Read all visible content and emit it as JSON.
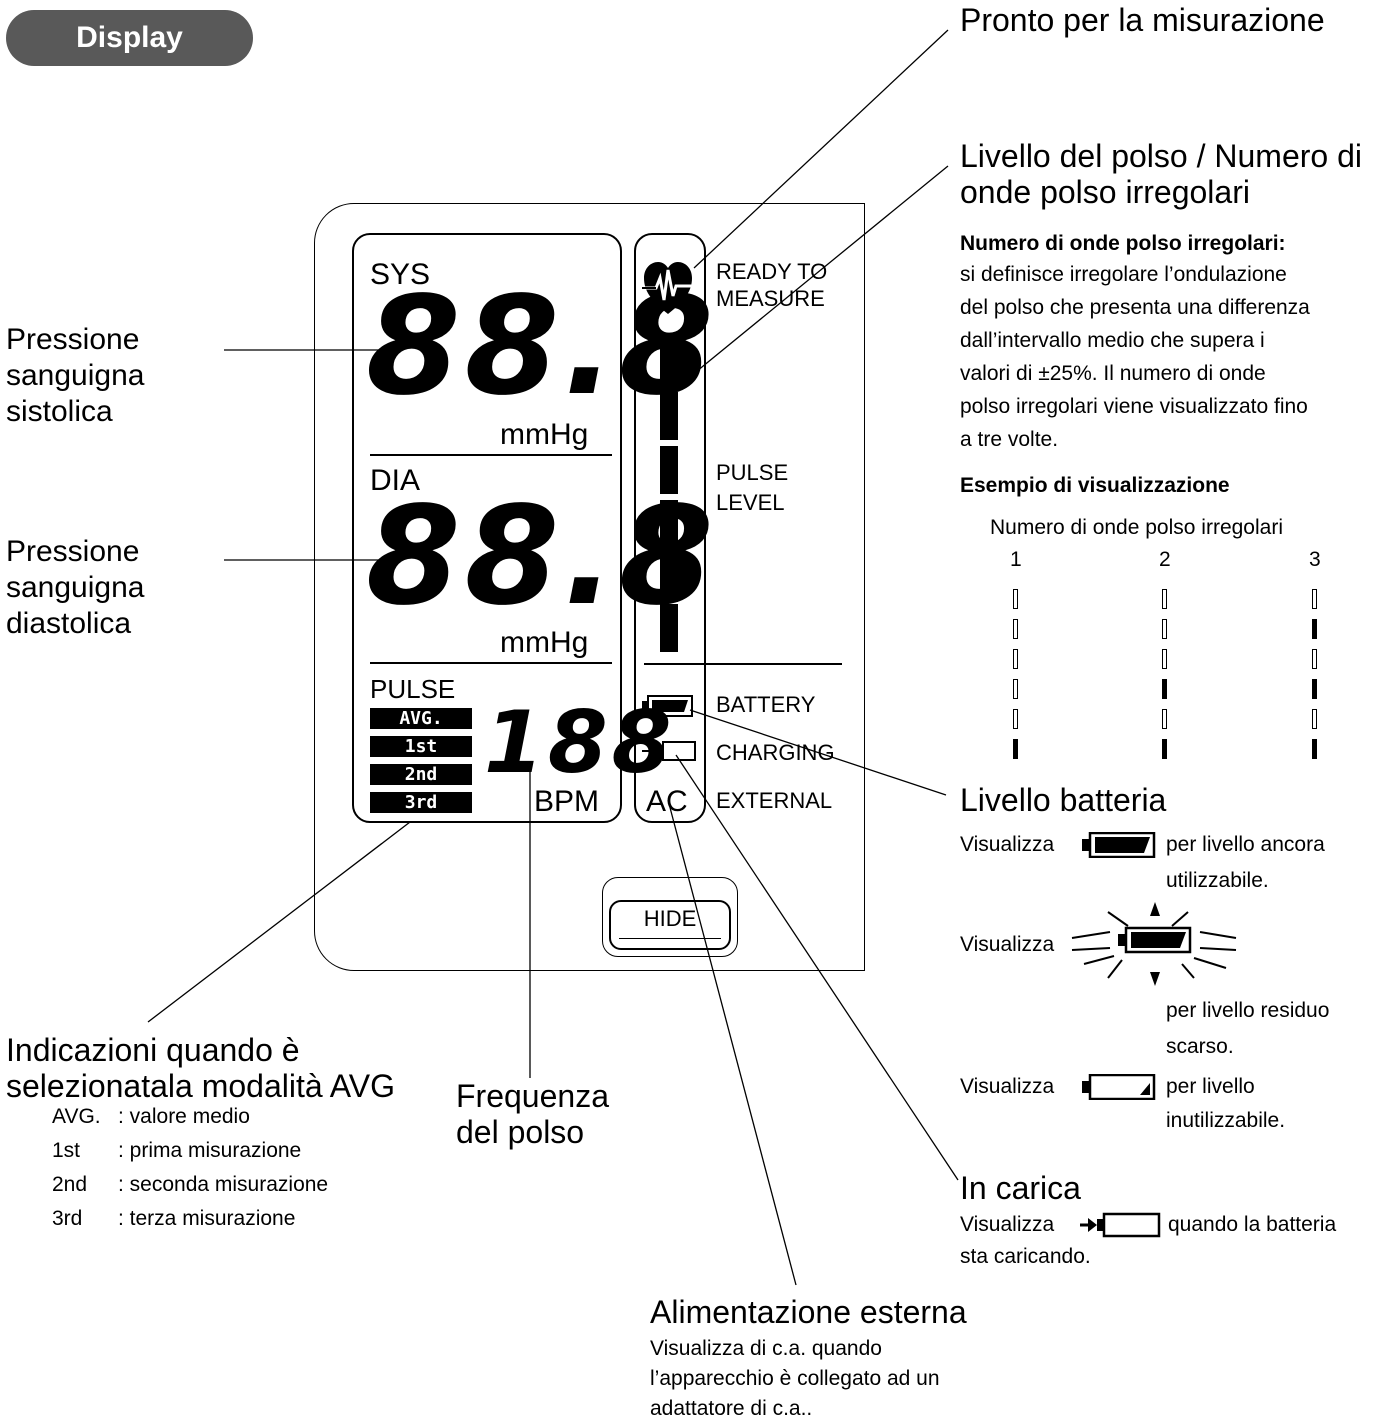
{
  "header": {
    "badge": "Display"
  },
  "callouts": {
    "ready": "Pronto per la misurazione",
    "pulse_level_l1": "Livello del polso / Numero di",
    "pulse_level_l2": "onde polso irregolari",
    "irregular_head": "Numero di onde polso irregolari:",
    "irregular_body": [
      "si definisce irregolare l’ondulazione",
      "del polso che presenta una differenza",
      "dall’intervallo medio che supera i",
      "valori di ±25%. Il numero di onde",
      "polso irregolari viene visualizzato fino",
      "a tre volte."
    ],
    "example_head": "Esempio di visualizzazione",
    "example_caption": "Numero di onde polso irregolari",
    "example_cols": [
      "1",
      "2",
      "3"
    ],
    "systolic": [
      "Pressione",
      "sanguigna",
      "sistolica"
    ],
    "diastolic": [
      "Pressione",
      "sanguigna",
      "diastolica"
    ],
    "battery_title": "Livello batteria",
    "battery_full_pre": "Visualizza",
    "battery_full_post_1": "per livello ancora",
    "battery_full_post_2": "utilizzabile.",
    "battery_low_pre": "Visualizza",
    "battery_low_post_1": "per livello residuo",
    "battery_low_post_2": "scarso.",
    "battery_empty_pre": "Visualizza",
    "battery_empty_post_1": "per livello",
    "battery_empty_post_2": "inutilizzabile.",
    "charging_title": "In carica",
    "charging_pre": "Visualizza",
    "charging_post": "quando la batteria",
    "charging_post_2": "sta caricando.",
    "avg_title_1": "Indicazioni quando è",
    "avg_title_2": "selezionatala modalità AVG",
    "avg_items": [
      {
        "key": "AVG.",
        "desc": ": valore medio"
      },
      {
        "key": "1st",
        "desc": ": prima misurazione"
      },
      {
        "key": "2nd",
        "desc": ": seconda misurazione"
      },
      {
        "key": "3rd",
        "desc": ": terza misurazione"
      }
    ],
    "pulse_rate_1": "Frequenza",
    "pulse_rate_2": "del polso",
    "external_title": "Alimentazione esterna",
    "external_body": [
      "Visualizza di c.a. quando",
      "l’apparecchio è collegato ad un",
      "adattatore di c.a.."
    ]
  },
  "lcd": {
    "sys_label": "SYS",
    "dia_label": "DIA",
    "sys_digits": "88.8",
    "dia_digits": "88.8",
    "unit": "mmHg",
    "pulse_label": "PULSE",
    "pulse_digits": "188",
    "pulse_unit": "BPM",
    "tags": [
      "AVG.",
      "1st",
      "2nd",
      "3rd"
    ],
    "ready_1": "READY TO",
    "ready_2": "MEASURE",
    "pulse_level_1": "PULSE",
    "pulse_level_2": "LEVEL",
    "battery": "BATTERY",
    "charging": "CHARGING",
    "external": "EXTERNAL",
    "ac": "AC",
    "hide": "HIDE"
  }
}
